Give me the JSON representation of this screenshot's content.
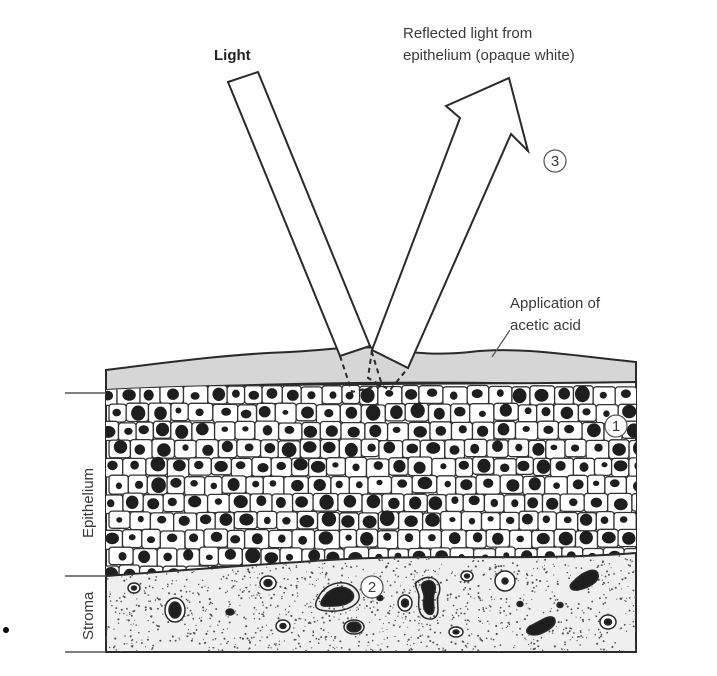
{
  "labels": {
    "light": "Light",
    "reflected_line1": "Reflected light from",
    "reflected_line2": "epithelium (opaque white)",
    "acetic_line1": "Application of",
    "acetic_line2": "acetic acid",
    "epithelium": "Epithelium",
    "stroma": "Stroma",
    "marker_1": "1",
    "marker_2": "2",
    "marker_3": "3"
  },
  "colors": {
    "outline": "#2a2a2a",
    "acetic_layer": "#d6d6d6",
    "stroma_fill": "#efefef",
    "cell_fill": "#ffffff",
    "nucleus": "#1e1e1e"
  }
}
